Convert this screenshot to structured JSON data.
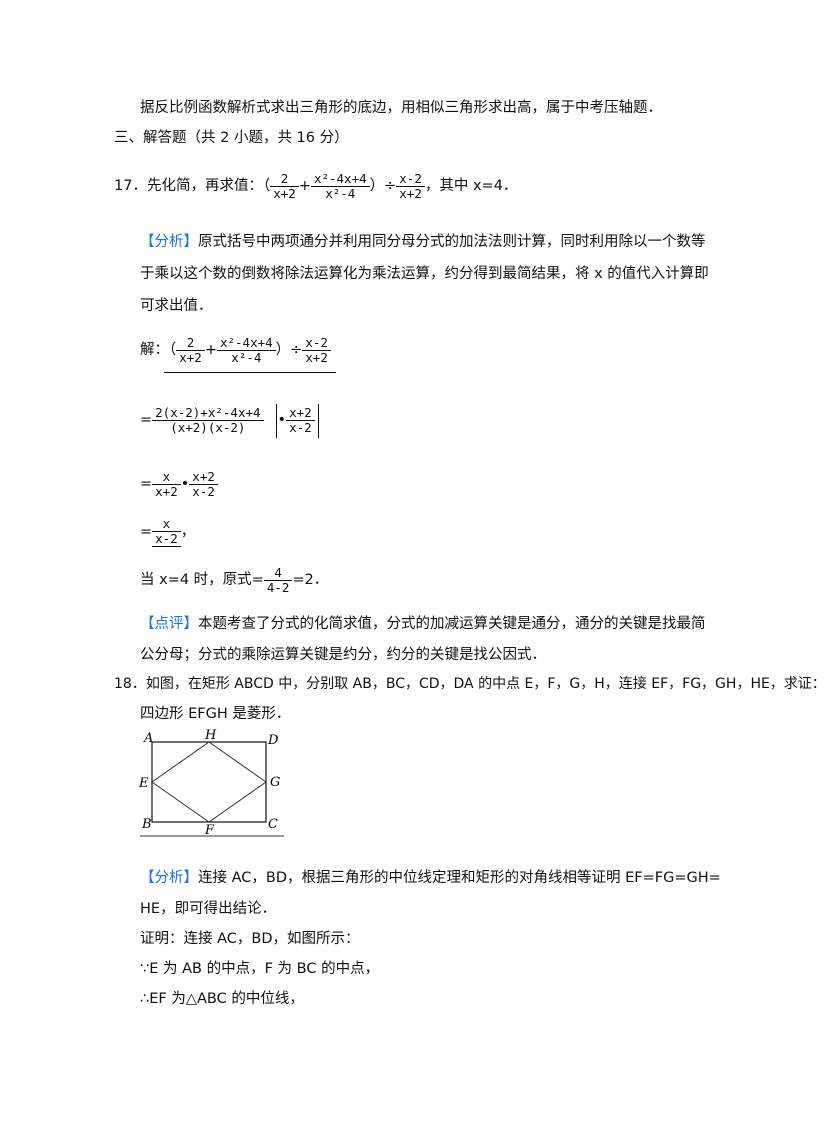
{
  "top_line": "据反比例函数解析式求出三角形的底边，用相似三角形求出高，属于中考压轴题．",
  "section_title": "三、解答题（共 2 小题，共 16 分）",
  "q17": {
    "number": "17．",
    "text": "先化简，再求值：",
    "open": "（",
    "f1_num": "2",
    "f1_den": "x+2",
    "plus": "+",
    "f2_num": "x²-4x+4",
    "f2_den": "x²-4",
    "close_div": "）÷",
    "f3_num": "x-2",
    "f3_den": "x+2",
    "tail": "，其中 x=4．"
  },
  "q17_analysis": {
    "tag": "【分析】",
    "line1": "原式括号中两项通分并利用同分母分式的加法法则计算，同时利用除以一个数等",
    "line2": "于乘以这个数的倒数将除法运算化为乘法运算，约分得到最简结果，将 x 的值代入计算即",
    "line3": "可求出值．"
  },
  "q17_solution": {
    "label": "解：",
    "s1_open": "（",
    "s1_f1_num": "2",
    "s1_f1_den": "x+2",
    "s1_plus": "+",
    "s1_f2_num": "x²-4x+4",
    "s1_f2_den": "x²-4",
    "s1_close_div": "）÷",
    "s1_f3_num": "x-2",
    "s1_f3_den": "x+2",
    "eq": "=",
    "s2_num": "2(x-2)+x²-4x+4",
    "s2_den": "(x+2)(x-2)",
    "dot": "•",
    "s2_f2_num": "x+2",
    "s2_f2_den": "x-2",
    "s3_f1_num": "x",
    "s3_f1_den": "x+2",
    "s3_f2_num": "x+2",
    "s3_f2_den": "x-2",
    "s4_num": "x",
    "s4_den": "x-2",
    "s4_tail": "，",
    "final_pre": "当 x=4 时，原式=",
    "final_num": "4",
    "final_den": "4-2",
    "final_post": "=2．"
  },
  "q17_comment": {
    "tag": "【点评】",
    "line1": "本题考查了分式的化简求值，分式的加减运算关键是通分，通分的关键是找最简",
    "line2": "公分母；分式的乘除运算关键是约分，约分的关键是找公因式．"
  },
  "q18": {
    "line1": "18．如图，在矩形 ABCD 中，分别取 AB，BC，CD，DA 的中点 E，F，G，H，连接 EF，FG，GH，HE，求证：",
    "line2": "四边形 EFGH 是菱形．"
  },
  "figure": {
    "labels": {
      "A": "A",
      "H": "H",
      "D": "D",
      "E": "E",
      "G": "G",
      "B": "B",
      "F": "F",
      "C": "C"
    }
  },
  "q18_analysis": {
    "tag": "【分析】",
    "line1": "连接 AC，BD，根据三角形的中位线定理和矩形的对角线相等证明 EF=FG=GH=",
    "line2": "HE，即可得出结论．"
  },
  "q18_proof": {
    "line1": "证明：连接 AC，BD，如图所示：",
    "line2": "∵E 为 AB 的中点，F 为 BC 的中点，",
    "line3": "∴EF 为△ABC 的中位线，"
  }
}
